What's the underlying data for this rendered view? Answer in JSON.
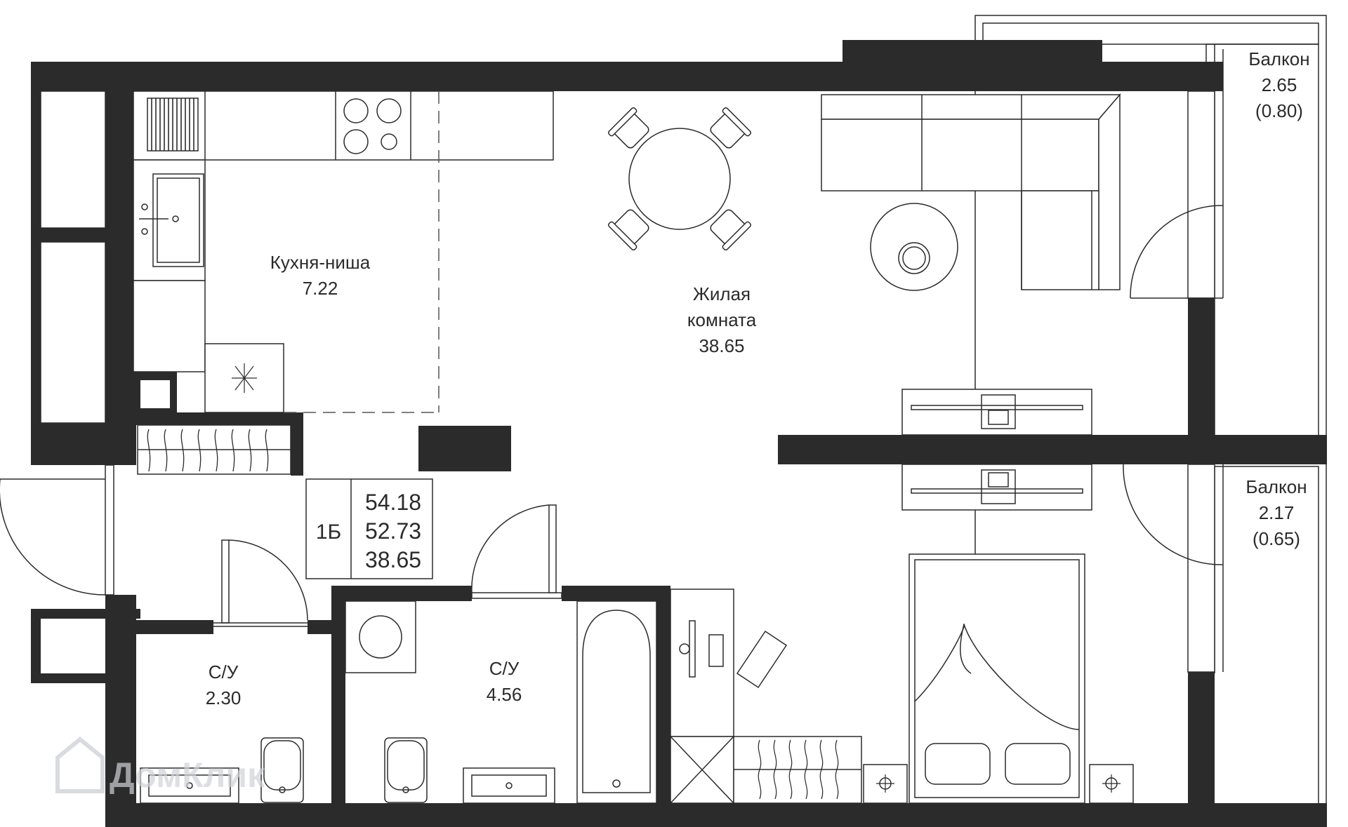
{
  "rooms": {
    "kitchen": {
      "name": "Кухня-ниша",
      "area": "7.22"
    },
    "living": {
      "name_line1": "Жилая",
      "name_line2": "комната",
      "area": "38.65"
    },
    "bath_small": {
      "name": "С/У",
      "area": "2.30"
    },
    "bath_large": {
      "name": "С/У",
      "area": "4.56"
    },
    "balcony_top": {
      "name": "Балкон",
      "area": "2.65",
      "coef": "(0.80)"
    },
    "balcony_bottom": {
      "name": "Балкон",
      "area": "2.17",
      "coef": "(0.65)"
    }
  },
  "summary": {
    "type": "1Б",
    "total_area": "54.18",
    "reduced_area": "52.73",
    "living_area": "38.65"
  },
  "watermark": {
    "text": "ДомКлик",
    "icon": "house-icon"
  },
  "colors": {
    "wall": "#2b2b2b",
    "background": "#ffffff"
  }
}
